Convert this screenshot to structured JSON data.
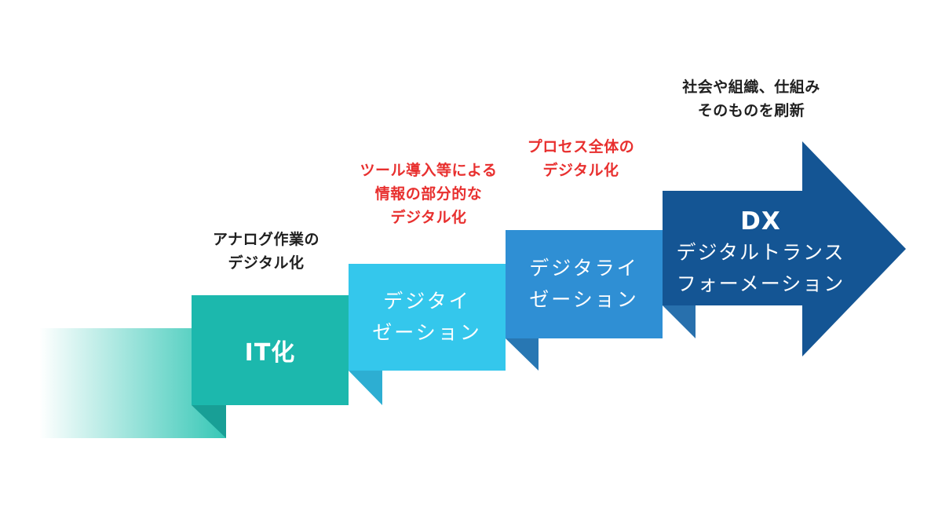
{
  "colors": {
    "analog_gradient": "#36c7b6",
    "it": "#1cb8ad",
    "it_shadow": "#189f96",
    "digitization": "#34c7ec",
    "digitization_shadow": "#2daed2",
    "digitalization": "#2f8fd4",
    "digitalization_shadow": "#2877b3",
    "dx": "#145594",
    "caption_dark": "#1f1f1f",
    "caption_red": "#e8302f"
  },
  "steps": {
    "it": {
      "label": "IT化",
      "caption": [
        "アナログ作業の",
        "デジタル化"
      ]
    },
    "digitization": {
      "label": [
        "デジタイ",
        "ゼーション"
      ],
      "caption": [
        "ツール導入等による",
        "情報の部分的な",
        "デジタル化"
      ]
    },
    "digitalization": {
      "label": [
        "デジタライ",
        "ゼーション"
      ],
      "caption": [
        "プロセス全体の",
        "デジタル化"
      ]
    },
    "dx": {
      "abbr": "DX",
      "label": [
        "デジタルトランス",
        "フォーメーション"
      ],
      "caption": [
        "社会や組織、仕組み",
        "そのものを刷新"
      ]
    }
  }
}
